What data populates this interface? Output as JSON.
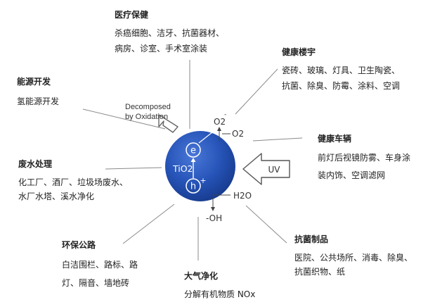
{
  "center": {
    "label": "TiO2",
    "electron": "e",
    "hole": "h",
    "hole_charge": "+",
    "superoxide": "O2",
    "superoxide_charge": "-",
    "oxygen": "O2",
    "water": "H2O",
    "hydroxyl": "-OH",
    "uv": "UV",
    "decomposed_line1": "Decomposed",
    "decomposed_line2": "by Oxidation"
  },
  "blocks": {
    "medical": {
      "title": "医疗保健",
      "line1": "杀癌细胞、洁牙、抗菌器材、",
      "line2": "病房、诊室、手术室涂装"
    },
    "building": {
      "title": "健康楼宇",
      "line1": "瓷砖、玻璃、灯具、卫生陶瓷、",
      "line2": "抗菌、除臭、防霉、涂料、空调"
    },
    "energy": {
      "title": "能源开发",
      "line1": "氢能源开发"
    },
    "vehicle": {
      "title": "健康车辆",
      "line1": "前灯后视镜防雾、车身涂",
      "line2": "装内饰、空调滤网"
    },
    "wastewater": {
      "title": "废水处理",
      "line1": "化工厂、酒厂、垃圾场废水、",
      "line2": "水厂水塔、溪水净化"
    },
    "antibacterial": {
      "title": "抗菌制品",
      "line1": "医院、公共场所、消毒、除臭、",
      "line2": "抗菌织物、纸"
    },
    "road": {
      "title": "环保公路",
      "line1": "白洁围栏、路标、路",
      "line2": "灯、隔音、墙地砖"
    },
    "air": {
      "title": "大气净化",
      "line1": "分解有机物质 NOx"
    }
  }
}
